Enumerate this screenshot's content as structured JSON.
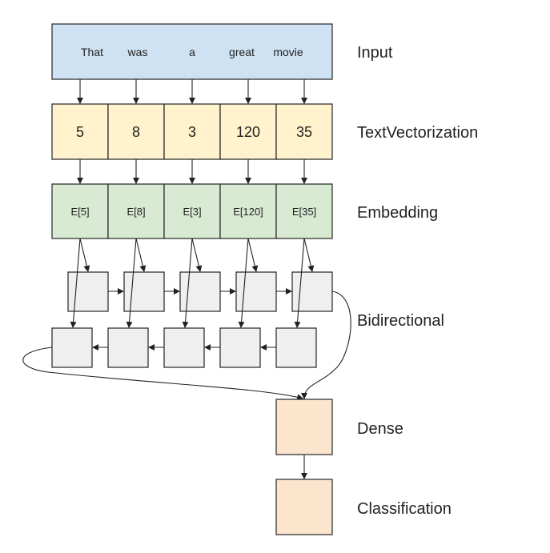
{
  "input": {
    "label": "Input",
    "words": [
      "That",
      "was",
      "a",
      "great",
      "movie"
    ]
  },
  "text_vectorization": {
    "label": "TextVectorization",
    "tokens": [
      "5",
      "8",
      "3",
      "120",
      "35"
    ]
  },
  "embedding": {
    "label": "Embedding",
    "vectors": [
      "E[5]",
      "E[8]",
      "E[3]",
      "E[120]",
      "E[35]"
    ]
  },
  "bidirectional": {
    "label": "Bidirectional",
    "forward_cells": 5,
    "backward_cells": 5
  },
  "dense": {
    "label": "Dense"
  },
  "classification": {
    "label": "Classification"
  },
  "colors": {
    "input_fill": "#cfe2f3",
    "token_fill": "#fff2cc",
    "embedding_fill": "#d9ead3",
    "rnn_fill": "#efefef",
    "output_fill": "#fce5cd",
    "stroke": "#333333"
  }
}
